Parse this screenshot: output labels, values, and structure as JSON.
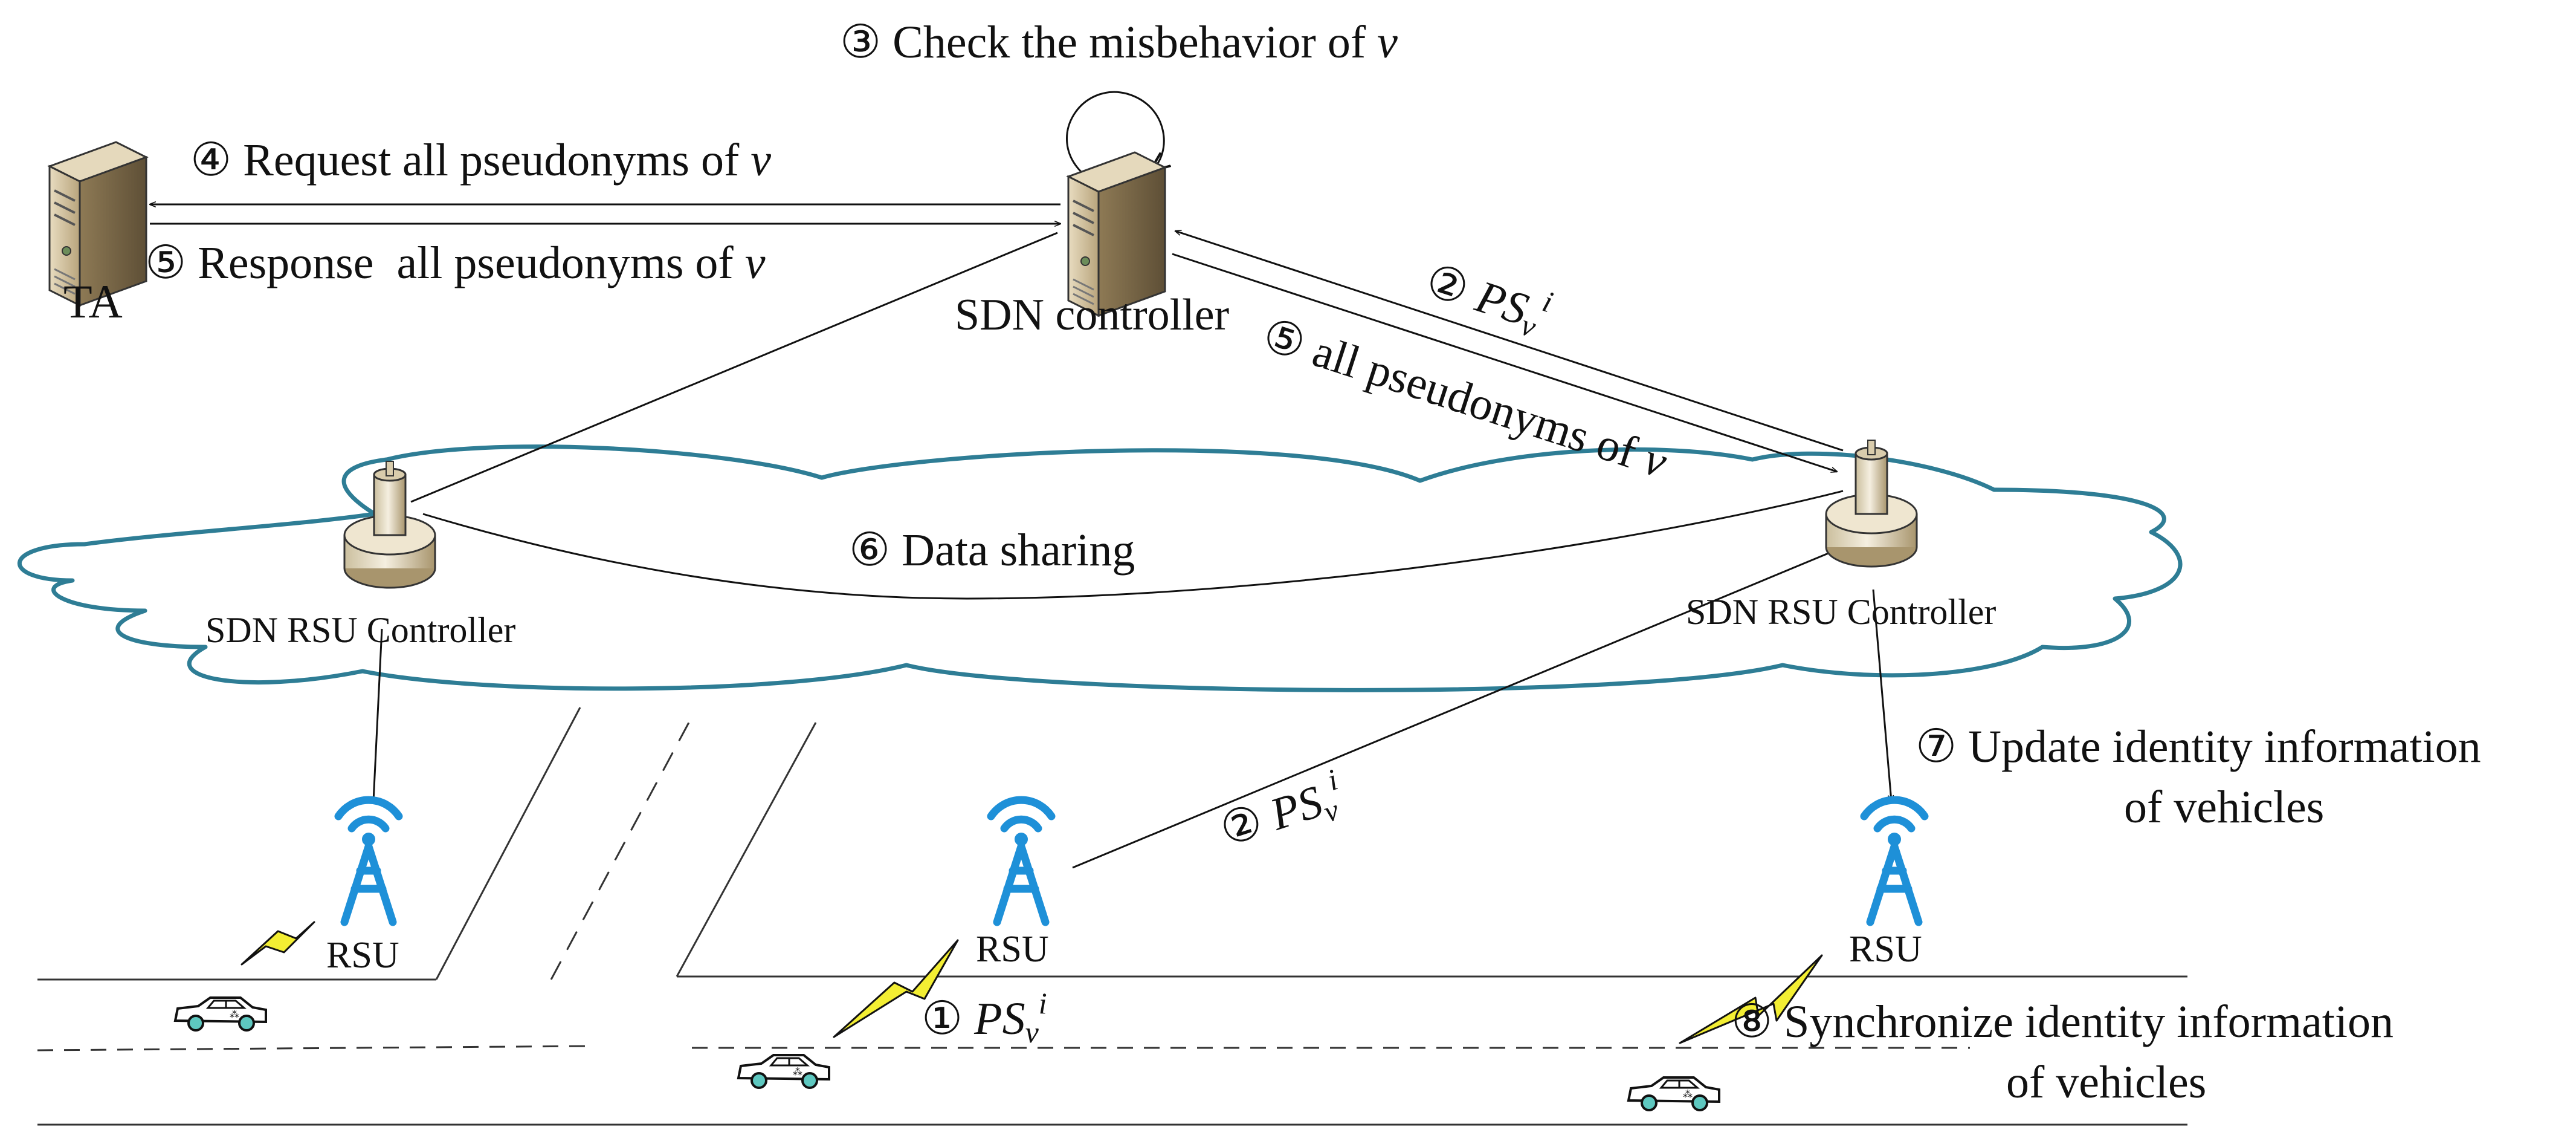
{
  "nodes": {
    "ta": "TA",
    "sdn_controller": "SDN controller",
    "rsu_controller_left": "SDN RSU Controller",
    "rsu_controller_right": "SDN RSU Controller",
    "rsu_left": "RSU",
    "rsu_middle": "RSU",
    "rsu_right": "RSU"
  },
  "steps": {
    "s1": {
      "num": "①",
      "ps": "PS",
      "sub": "v",
      "sup": "i"
    },
    "s2_top": {
      "num": "②",
      "ps": "PS",
      "sub": "v",
      "sup": "i"
    },
    "s2_bottom": {
      "num": "②",
      "ps": "PS",
      "sub": "v",
      "sup": "i"
    },
    "s3": {
      "num": "③",
      "text": "Check the misbehavior of",
      "var": "v"
    },
    "s4": {
      "num": "④",
      "text": "Request all pseudonyms of",
      "var": "v"
    },
    "s5_left": {
      "num": "⑤",
      "text": "Response  all pseudonyms of",
      "var": "v"
    },
    "s5_right": {
      "num": "⑤",
      "text": "all pseudonyms of",
      "var": "v"
    },
    "s6": {
      "num": "⑥",
      "text": "Data sharing"
    },
    "s7": {
      "num": "⑦",
      "line1": "Update identity information",
      "line2": "of vehicles"
    },
    "s8": {
      "num": "⑧",
      "line1": "Synchronize identity information",
      "line2": "of vehicles"
    }
  },
  "icons": {
    "server": "server-icon",
    "rsu_controller": "rsu-controller-icon",
    "rsu_tower": "radio-tower-icon",
    "vehicle": "car-icon",
    "lightning": "lightning-bolt-icon",
    "cloud": "cloud-icon"
  },
  "colors": {
    "cloud_stroke": "#2e7d95",
    "tower_blue": "#1e90d8",
    "lightning_fill": "#f3ee33",
    "car_wheel": "#5ec8c0",
    "line": "#111111"
  }
}
